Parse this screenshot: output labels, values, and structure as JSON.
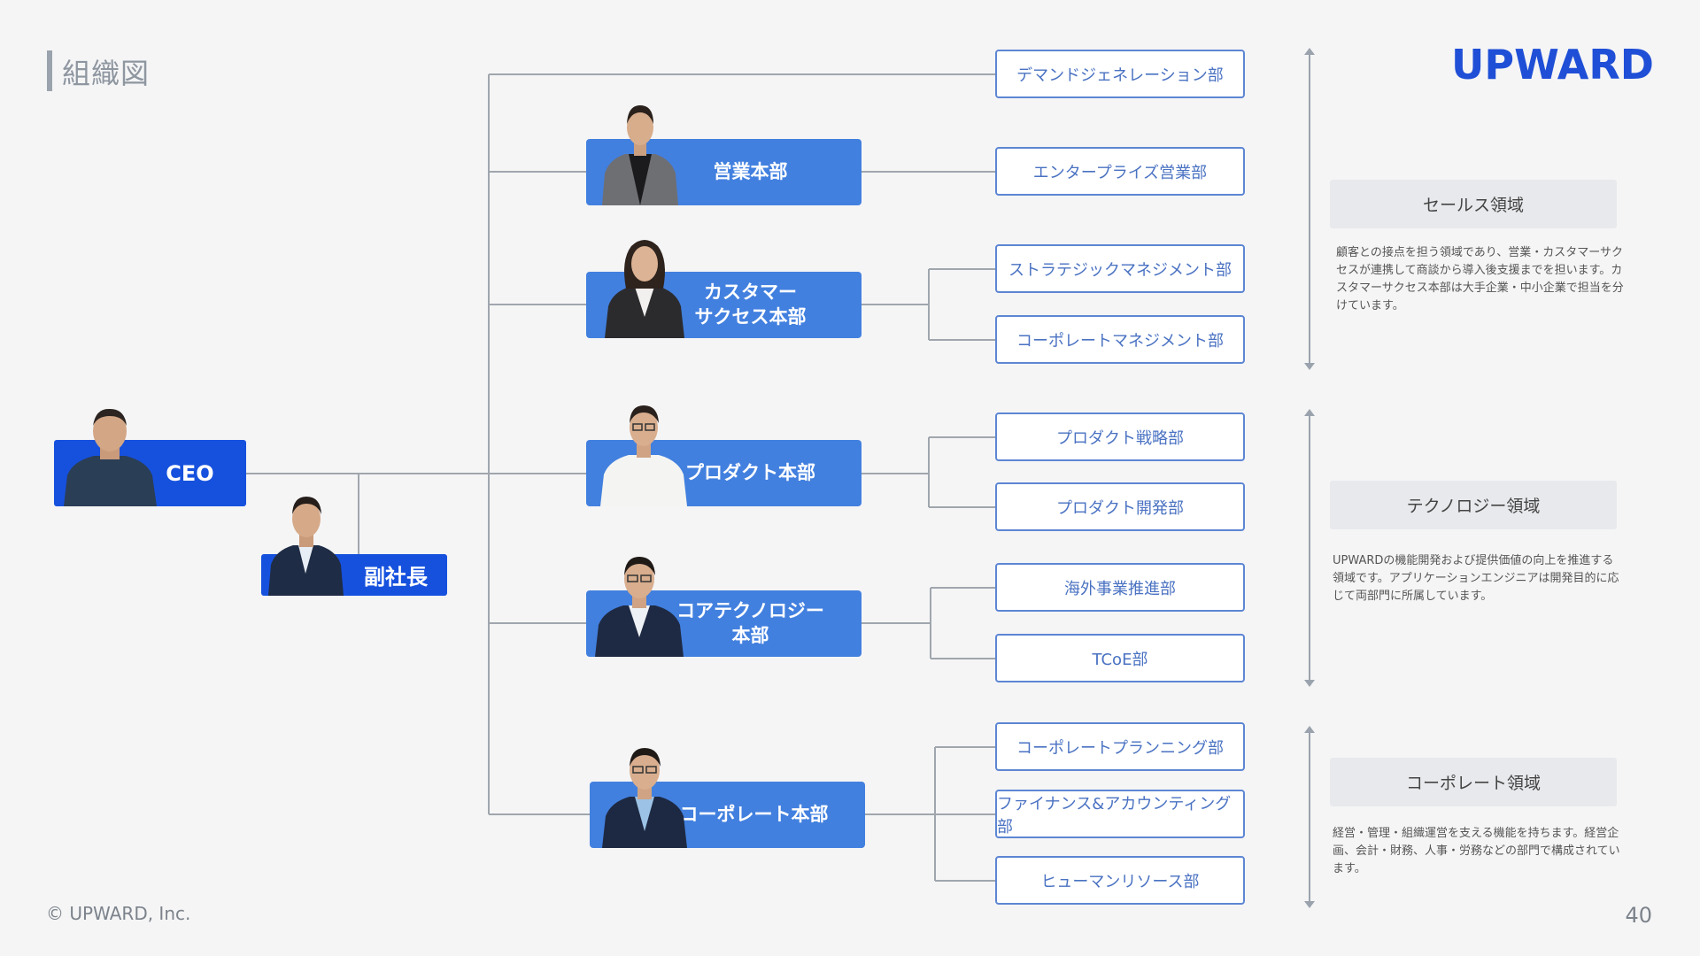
{
  "header": {
    "title": "組織図",
    "logo": "UPWARD"
  },
  "footer": {
    "copyright": "© UPWARD, Inc.",
    "page_number": "40"
  },
  "executives": {
    "ceo": "CEO",
    "vice_president": "副社長"
  },
  "divisions": [
    {
      "label": "営業本部"
    },
    {
      "label": "カスタマー\nサクセス本部"
    },
    {
      "label": "プロダクト本部"
    },
    {
      "label": "コアテクノロジー\n本部"
    },
    {
      "label": "コーポレート本部"
    }
  ],
  "departments": [
    "デマンドジェネレーション部",
    "エンタープライズ営業部",
    "ストラテジックマネジメント部",
    "コーポレートマネジメント部",
    "プロダクト戦略部",
    "プロダクト開発部",
    "海外事業推進部",
    "TCoE部",
    "コーポレートプランニング部",
    "ファイナンス&アカウンティング部",
    "ヒューマンリソース部"
  ],
  "domains": [
    {
      "title": "セールス領域",
      "description": "顧客との接点を担う領域であり、営業・カスタマーサクセスが連携して商談から導入後支援までを担います。カスタマーサクセス本部は大手企業・中小企業で担当を分けています。"
    },
    {
      "title": "テクノロジー領域",
      "description": "UPWARDの機能開発および提供価値の向上を推進する領域です。アプリケーションエンジニアは開発目的に応じて両部門に所属しています。"
    },
    {
      "title": "コーポレート領域",
      "description": "経営・管理・組織運営を支える機能を持ちます。経営企画、会計・財務、人事・労務などの部門で構成されています。"
    }
  ],
  "colors": {
    "exec_blue": "#1651de",
    "division_blue": "#4280df",
    "dept_border": "#5d86d3",
    "line_gray": "#a0a6ad"
  }
}
